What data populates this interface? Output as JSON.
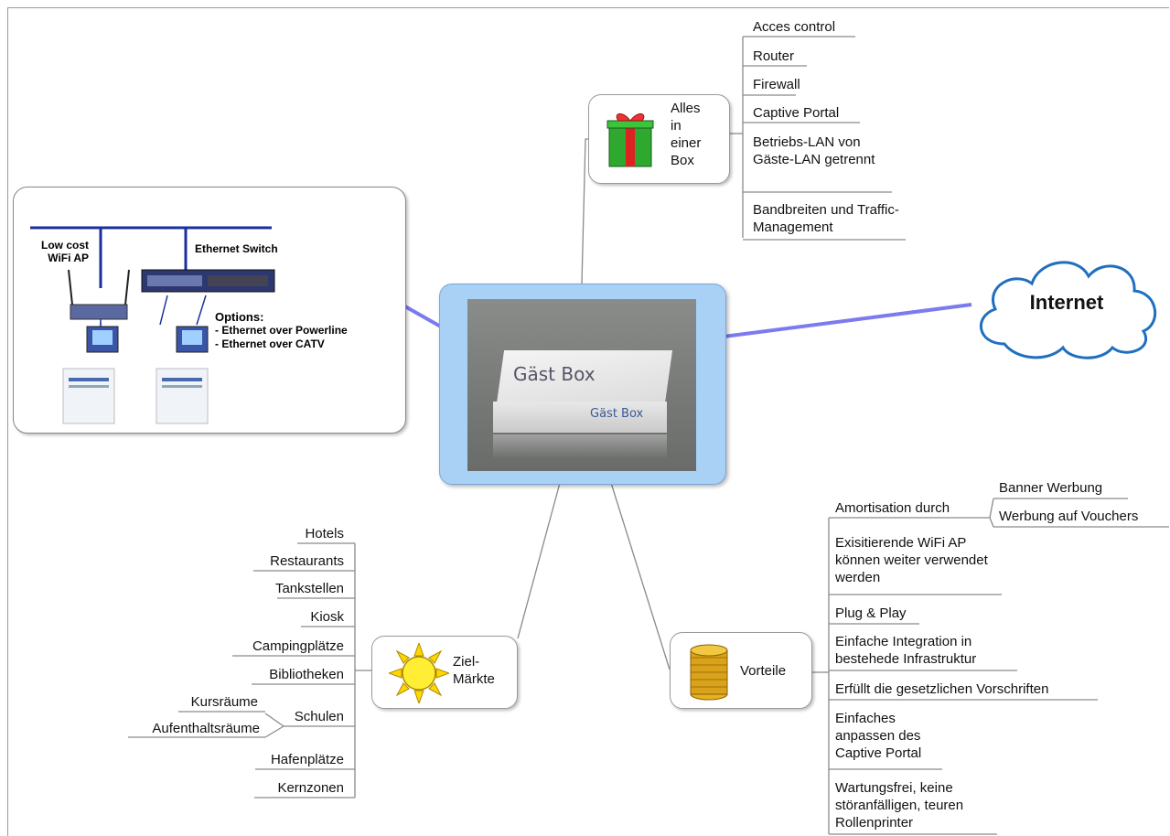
{
  "center": {
    "box_logo_top": "Gäst Box",
    "box_logo_front": "Gäst Box"
  },
  "box_branch": {
    "title": "Alles in einer Box",
    "title_lines": [
      "Alles",
      "in",
      "einer",
      "Box"
    ],
    "items": [
      "Acces control",
      "Router",
      "Firewall",
      "Captive Portal",
      "Betriebs-LAN von Gäste-LAN getrennt",
      "Bandbreiten und Traffic-Management"
    ]
  },
  "internet": {
    "label": "Internet"
  },
  "network": {
    "ap_label": [
      "Low cost",
      "WiFi AP"
    ],
    "switch_label": "Ethernet Switch",
    "options_title": "Options:",
    "options": [
      "- Ethernet over Powerline",
      "- Ethernet over CATV"
    ]
  },
  "ziel": {
    "title_lines": [
      "Ziel-",
      "Märkte"
    ],
    "items": [
      "Hotels",
      "Restaurants",
      "Tankstellen",
      "Kiosk",
      "Campingplätze",
      "Bibliotheken",
      "Schulen",
      "Hafenplätze",
      "Kernzonen"
    ],
    "schulen_sub": [
      "Kursräume",
      "Aufenthaltsräume"
    ]
  },
  "vorteile": {
    "title": "Vorteile",
    "amortisation": "Amortisation durch",
    "amortisation_sub": [
      "Banner Werbung",
      "Werbung auf Vouchers"
    ],
    "items": [
      "Exisitierende WiFi AP können weiter verwendet werden",
      "Plug & Play",
      "Einfache Integration in bestehede Infrastruktur",
      "Erfüllt die gesetzlichen Vorschriften",
      "Einfaches anpassen des Captive Portal",
      "Wartungsfrei, keine störanfälligen,  teuren Rollenprinter"
    ]
  },
  "colors": {
    "center_fill": "#a9d0f5",
    "link_blue": "#7b7bf0",
    "line_gray": "#8a8a8a"
  }
}
